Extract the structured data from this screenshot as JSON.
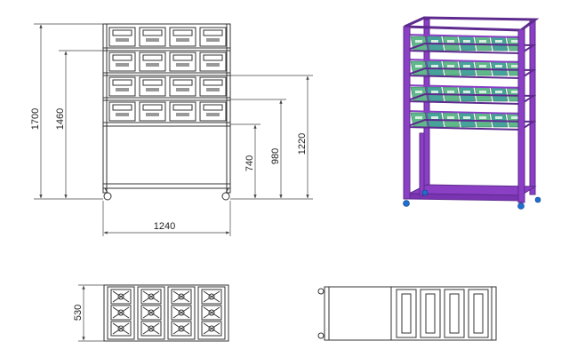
{
  "colors": {
    "line": "#333333",
    "dim": "#444444",
    "frame3d": "#8a3fc4",
    "frame3d_dark": "#5e2a8e",
    "tray_green": "#5fb88a",
    "tray_teal": "#46a39a",
    "wheel_blue": "#1e6fd0"
  },
  "dimensions": {
    "total_height": "1700",
    "top_shelf_height": "1460",
    "third_shelf_height": "1220",
    "second_shelf_height": "980",
    "first_shelf_height": "740",
    "width": "1240",
    "depth": "530"
  }
}
